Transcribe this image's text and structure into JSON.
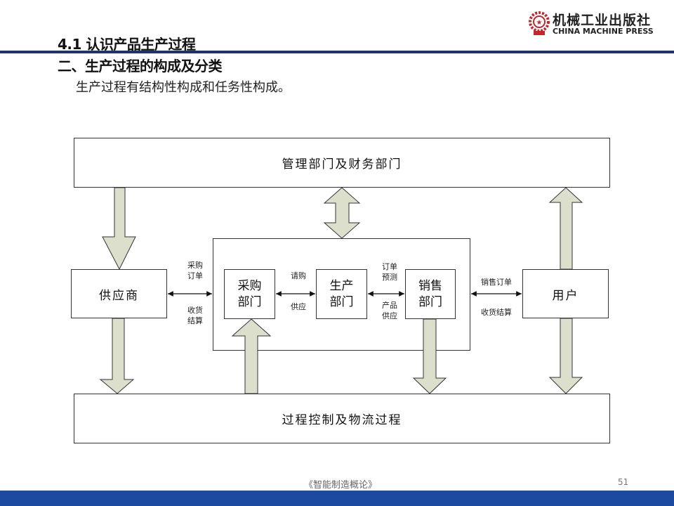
{
  "header": {
    "title": "4.1 认识产品生产过程",
    "subtitle": "二、生产过程的构成及分类",
    "body": "生产过程有结构性构成和任务性构成。"
  },
  "logo": {
    "cn": "机械工业出版社",
    "en": "CHINA MACHINE PRESS"
  },
  "diagram": {
    "top_box": "管理部门及财务部门",
    "bottom_box": "过程控制及物流过程",
    "supplier": "供应商",
    "user": "用户",
    "purchasing": [
      "采购",
      "部门"
    ],
    "production": [
      "生产",
      "部门"
    ],
    "sales": [
      "销售",
      "部门"
    ],
    "labels": {
      "purchase_order": [
        "采购",
        "订单"
      ],
      "receive_settle": [
        "收货",
        "结算"
      ],
      "request": "请购",
      "supply": "供应",
      "order_forecast": [
        "订单",
        "预测"
      ],
      "product_supply": [
        "产品",
        "供应"
      ],
      "sales_order": "销售订单",
      "receive_settle_user": "收货结算"
    },
    "colors": {
      "arrow_fill": "#dcdfcc",
      "arrow_stroke": "#333333"
    }
  },
  "footer": {
    "book": "《智能制造概论》",
    "page": "51"
  },
  "colors": {
    "rule": "#1f3566",
    "bar": "#1c4aa0"
  }
}
